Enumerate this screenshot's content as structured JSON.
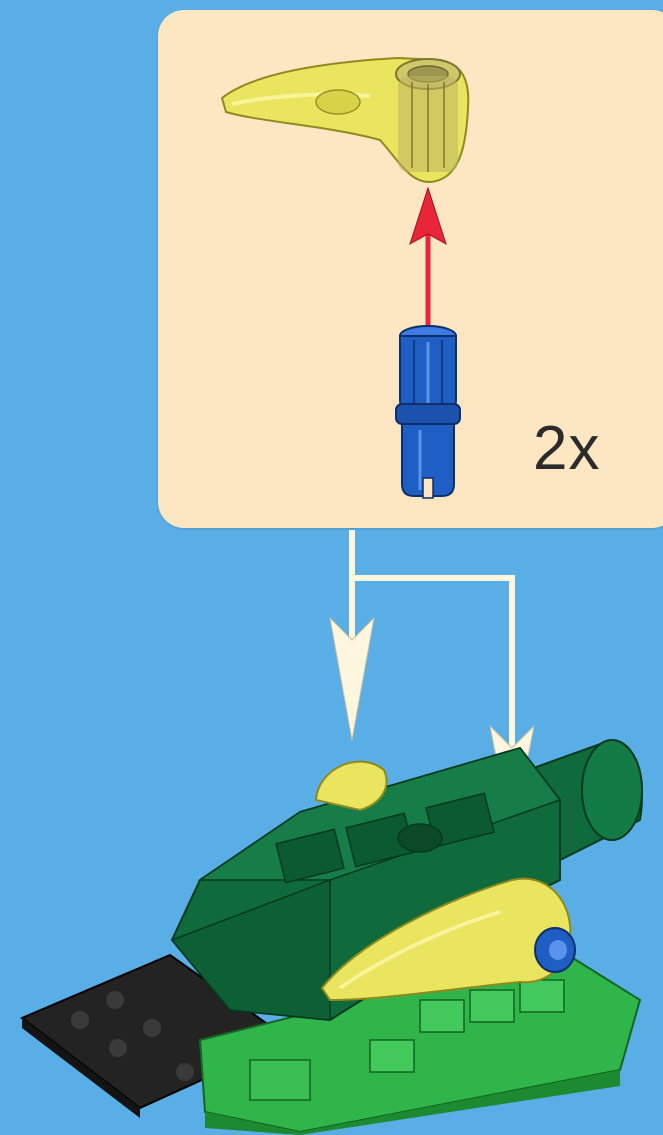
{
  "step": {
    "quantity_label": "2x"
  },
  "parts": {
    "top": "transparent-yellow-horn-piece",
    "connector": "blue-axle-pin",
    "model": "green-base-assembly"
  },
  "colors": {
    "background": "#5aaee6",
    "inset": "#fde7c3",
    "assembly_arrow": "#e8263a",
    "placement_arrow": "#fff6df",
    "trans_yellow": "#e9e55f",
    "blue": "#1f5fc4",
    "dark_green": "#0f6a3c",
    "bright_green": "#2fb54a",
    "black": "#232323"
  }
}
